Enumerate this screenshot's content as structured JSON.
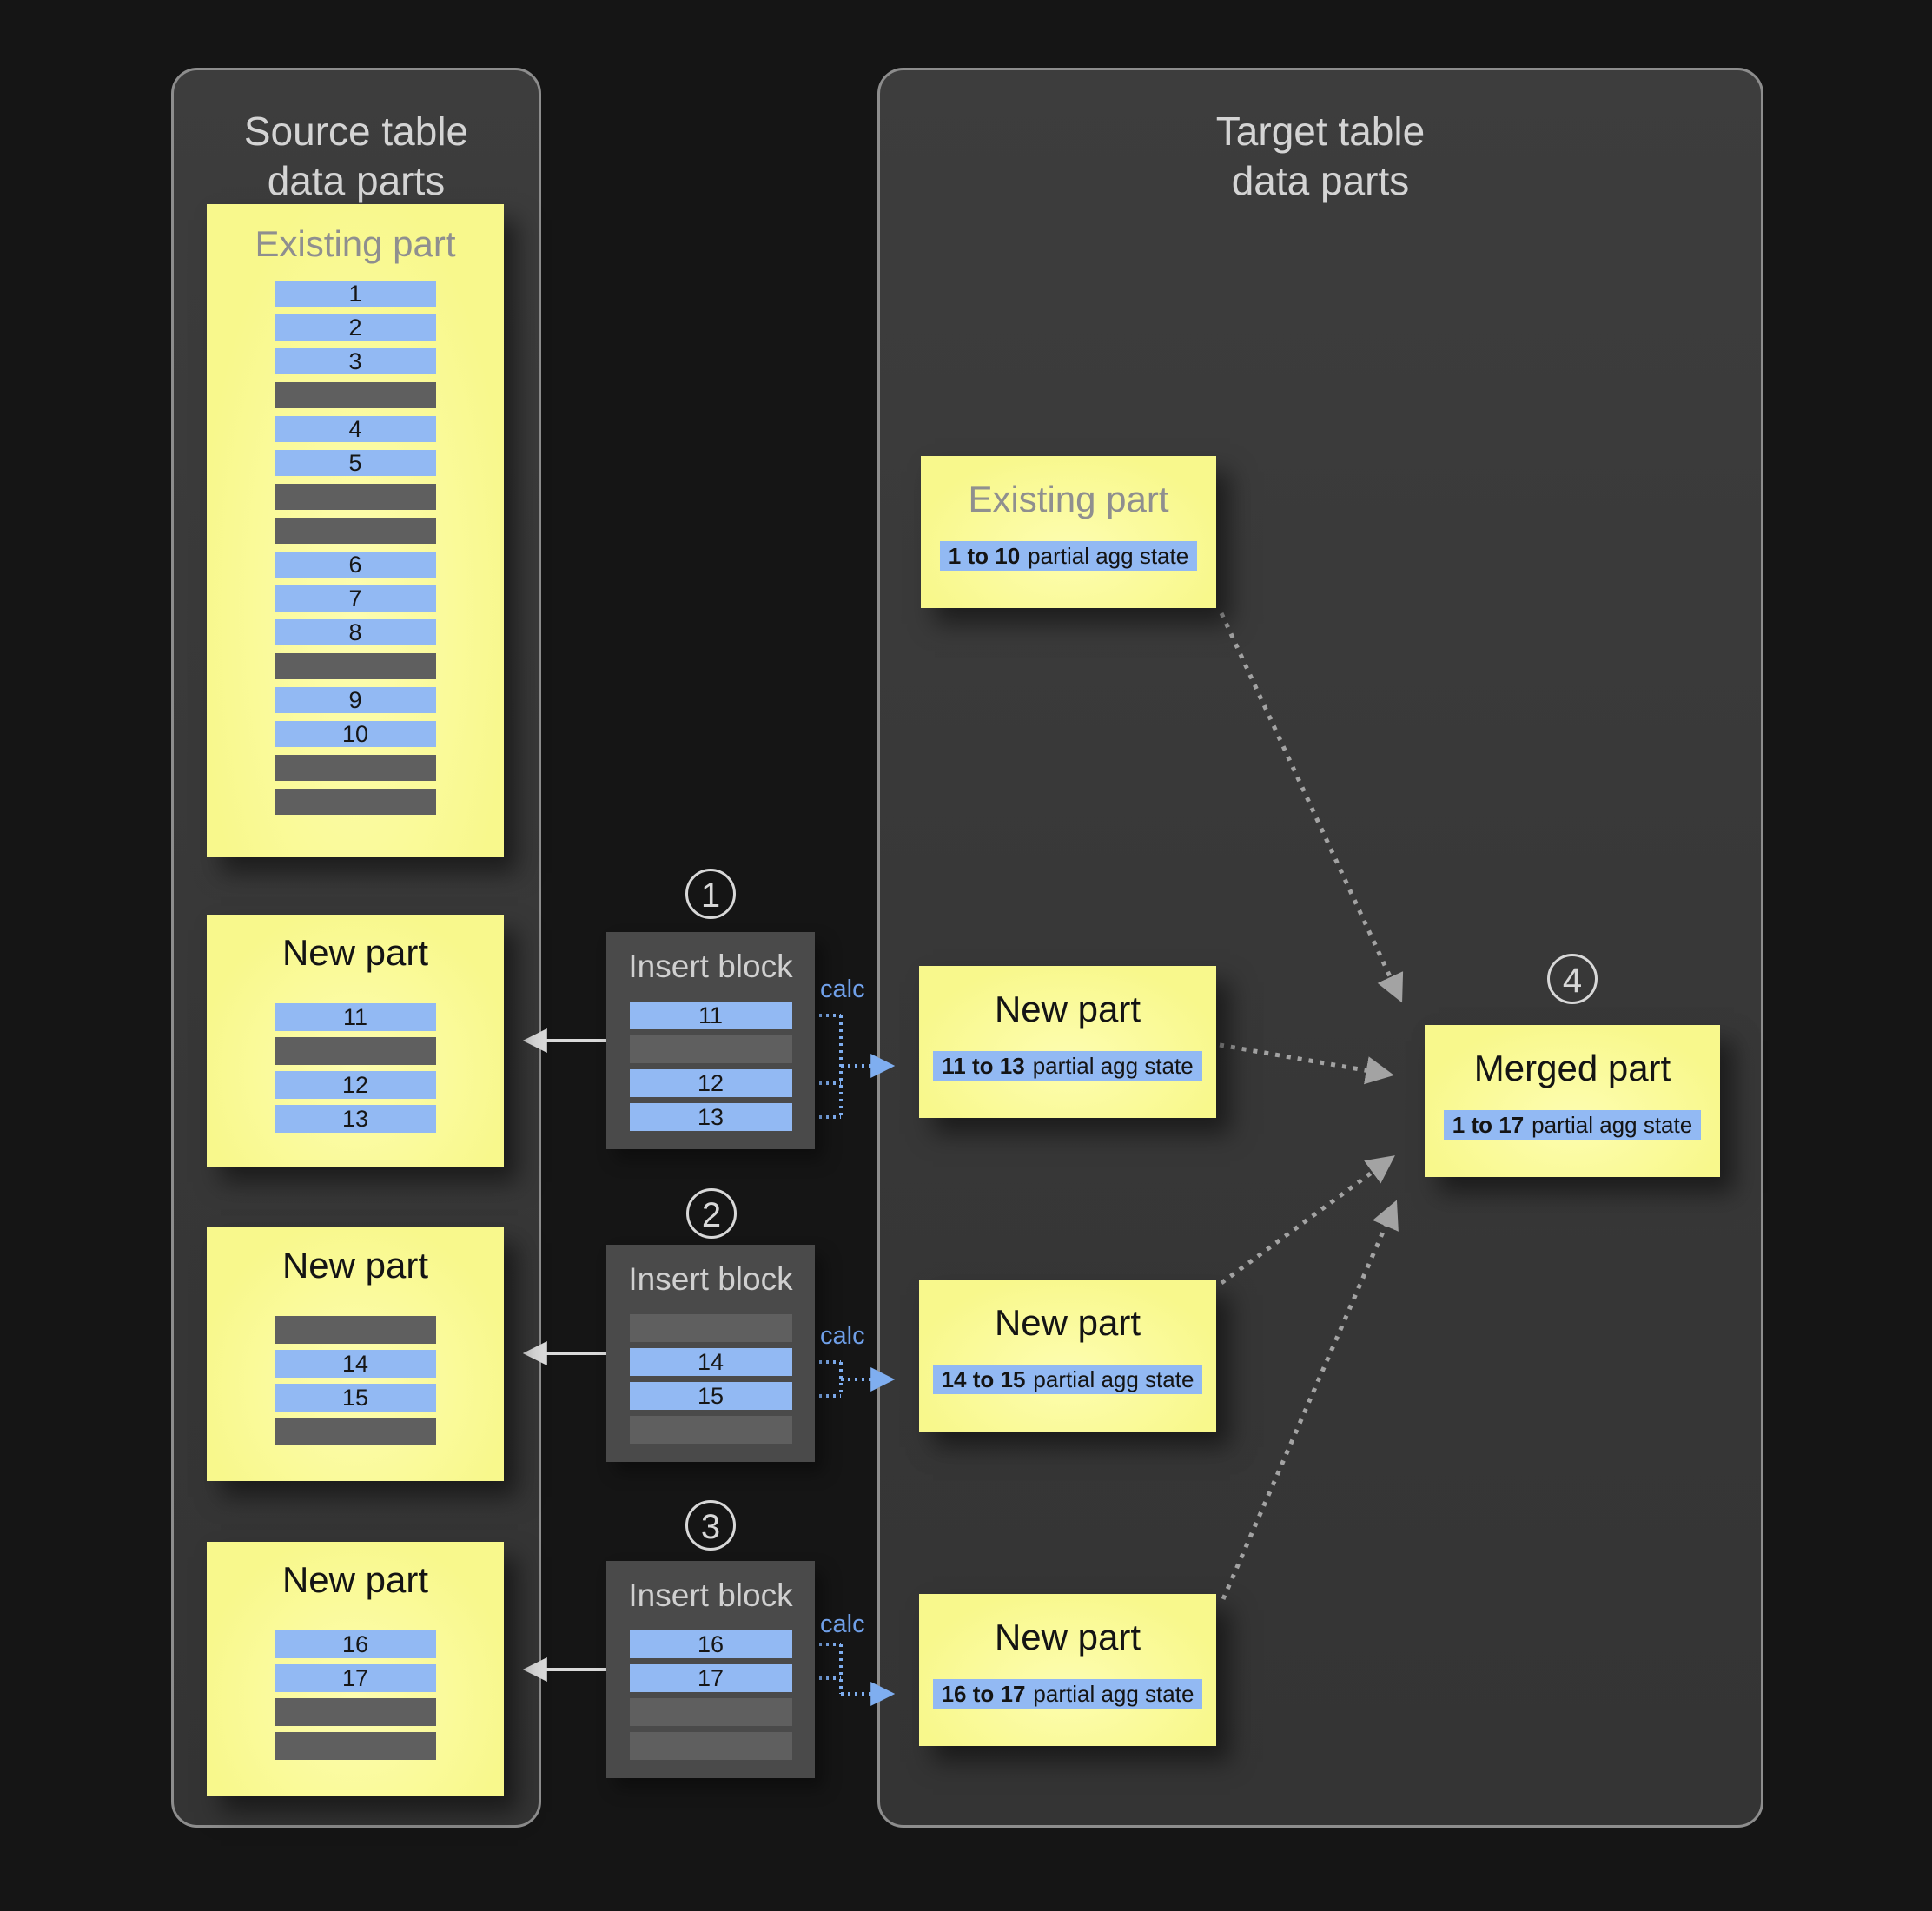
{
  "palette": {
    "background": "#151515",
    "panel_bg": "#3a3a3a",
    "panel_border": "#8d8d8d",
    "part_yellow": "#f8f88c",
    "row_blue": "#92b9f3",
    "row_gray": "#5f5f5f",
    "insert_block_bg": "#4a4a4a",
    "calc_blue": "#6f9fe8",
    "connector_blue": "#7faef0",
    "merge_arrow_gray": "#a3a3a3",
    "insert_arrow_white": "#d9d9d9"
  },
  "source_panel": {
    "title_line1": "Source table",
    "title_line2": "data parts",
    "existing_part": {
      "title": "Existing part",
      "rows": [
        "1",
        "2",
        "3",
        null,
        "4",
        "5",
        null,
        null,
        "6",
        "7",
        "8",
        null,
        "9",
        "10",
        null,
        null
      ]
    },
    "new_parts": [
      {
        "title": "New part",
        "rows": [
          "11",
          null,
          "12",
          "13"
        ]
      },
      {
        "title": "New part",
        "rows": [
          null,
          "14",
          "15",
          null
        ]
      },
      {
        "title": "New part",
        "rows": [
          "16",
          "17",
          null,
          null
        ]
      }
    ]
  },
  "insert_blocks": [
    {
      "step": "1",
      "title": "Insert block",
      "calc_label": "calc",
      "rows": [
        "11",
        null,
        "12",
        "13"
      ]
    },
    {
      "step": "2",
      "title": "Insert block",
      "calc_label": "calc",
      "rows": [
        null,
        "14",
        "15",
        null
      ]
    },
    {
      "step": "3",
      "title": "Insert block",
      "calc_label": "calc",
      "rows": [
        "16",
        "17",
        null,
        null
      ]
    }
  ],
  "target_panel": {
    "title_line1": "Target table",
    "title_line2": "data parts",
    "existing_part": {
      "title": "Existing part",
      "agg_range": "1 to 10",
      "agg_suffix": "partial agg state"
    },
    "new_parts": [
      {
        "title": "New part",
        "agg_range": "11 to 13",
        "agg_suffix": "partial agg state"
      },
      {
        "title": "New part",
        "agg_range": "14 to 15",
        "agg_suffix": "partial agg state"
      },
      {
        "title": "New part",
        "agg_range": "16 to 17",
        "agg_suffix": "partial agg state"
      }
    ],
    "merged_part": {
      "step": "4",
      "title": "Merged part",
      "agg_range": "1 to 17",
      "agg_suffix": "partial agg state"
    }
  }
}
